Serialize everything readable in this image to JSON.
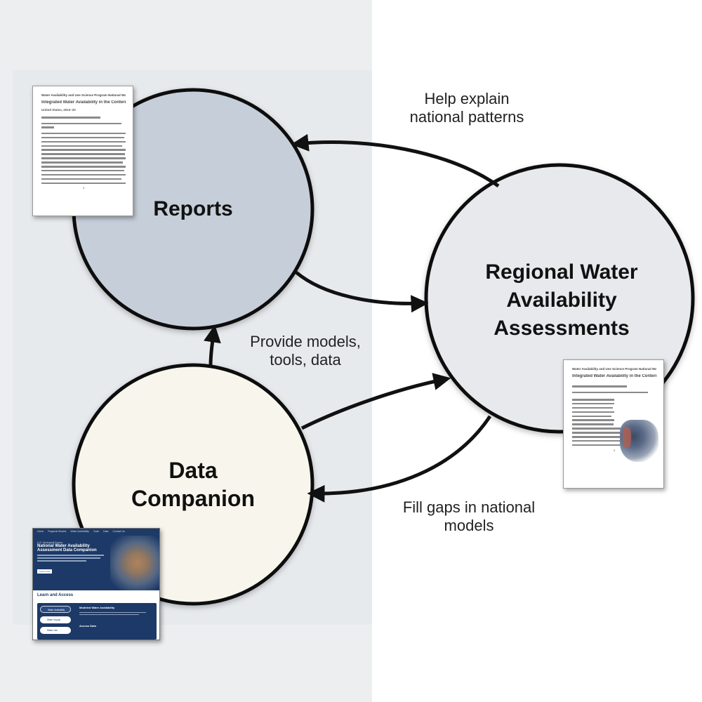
{
  "nodes": {
    "reports": {
      "label": "Reports",
      "fill": "#c6ced9"
    },
    "regional": {
      "label_lines": [
        "Regional Water",
        "Availability",
        "Assessments"
      ],
      "fill": "#e7e9ec"
    },
    "data_companion": {
      "label_lines": [
        "Data",
        "Companion"
      ],
      "fill": "#f8f6ec"
    }
  },
  "edges": {
    "regional_to_reports": {
      "label_lines": [
        "Help explain",
        "national patterns"
      ]
    },
    "companion_to_reports": {
      "label_lines": [
        "Provide models,",
        "tools, data"
      ]
    },
    "regional_to_companion": {
      "label_lines": [
        "Fill gaps in national",
        "models"
      ]
    }
  },
  "report_doc": {
    "header": "Water Availability and Use Science Program National Water Availability Assessment",
    "title": "Integrated Water Availability in the Conterminous",
    "subtitle": "United States, 2010–20",
    "page": "3"
  },
  "web_page": {
    "nav": [
      "Home",
      "Regional Models",
      "Water Availability",
      "Tools",
      "Data",
      "Contact Us"
    ],
    "agency": "U.S. Geological Survey",
    "title_lines": [
      "National Water Availability",
      "Assessment Data Companion"
    ],
    "section_title": "Learn and Access",
    "pills": [
      "Water Availability",
      "Water Supply",
      "Water Use"
    ],
    "panel_heading_1": "Modeled Water Availability",
    "panel_heading_2": "Access Data",
    "button": "Learn more"
  }
}
